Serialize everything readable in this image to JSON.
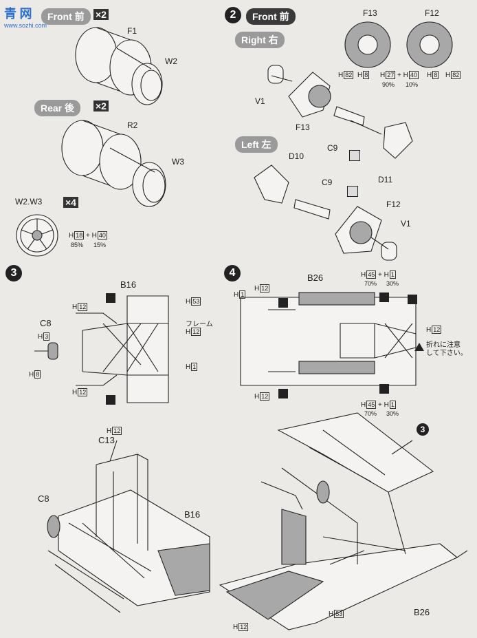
{
  "watermark": {
    "top": "青",
    "mid": "网",
    "url": "www.sozhi.com"
  },
  "step1": {
    "front_label": "Front 前",
    "front_mult": "×2",
    "rear_label": "Rear 後",
    "rear_mult": "×2",
    "parts": {
      "f1": "F1",
      "w2": "W2",
      "r2": "R2",
      "w3": "W3"
    },
    "wheel_paint": {
      "title": "W2.W3",
      "mult": "×4",
      "h1": "H",
      "h1_code": "18",
      "plus": "+",
      "h2": "H",
      "h2_code": "40",
      "p1": "85%",
      "p2": "15%"
    }
  },
  "step2": {
    "number": "2",
    "front_label": "Front 前",
    "right_label": "Right 右",
    "left_label": "Left 左",
    "parts": {
      "f13": "F13",
      "f12": "F12",
      "v1a": "V1",
      "f13b": "F13",
      "c9a": "C9",
      "d11": "D11",
      "d10": "D10",
      "c9b": "C9",
      "f12b": "F12",
      "v1b": "V1"
    },
    "disc_paint": {
      "a_h": "H",
      "a_code": "82",
      "b_h": "H",
      "b_code": "8",
      "c_h": "H",
      "c_code": "27",
      "plus": "+",
      "d_h": "H",
      "d_code": "40",
      "p1": "90%",
      "p2": "10%",
      "e_h": "H",
      "e_code": "8",
      "f_h": "H",
      "f_code": "82"
    }
  },
  "step3": {
    "number": "3",
    "parts": {
      "b16": "B16",
      "c8": "C8",
      "c13": "C13",
      "c8b": "C8",
      "b16b": "B16"
    },
    "frame_label": "フレーム",
    "paint": {
      "h12a": "12",
      "h53": "53",
      "h12b": "12",
      "h1": "1",
      "h12c": "12",
      "h3": "3",
      "h8": "8",
      "h12top": "12"
    }
  },
  "step4": {
    "number": "4",
    "parts": {
      "b26": "B26",
      "b26b": "B26"
    },
    "ref_step": "3",
    "caution": "折れに注意\nして下さい。",
    "paint": {
      "h1a": "1",
      "h12a": "12",
      "h45a": "45",
      "h1b": "1",
      "p1": "70%",
      "p2": "30%",
      "h12b": "12",
      "h12c": "12",
      "h45b": "45",
      "h1c": "1",
      "p3": "70%",
      "p4": "30%",
      "h53": "53",
      "h12d": "12"
    }
  },
  "misc": {
    "h": "H",
    "plus": "+"
  }
}
